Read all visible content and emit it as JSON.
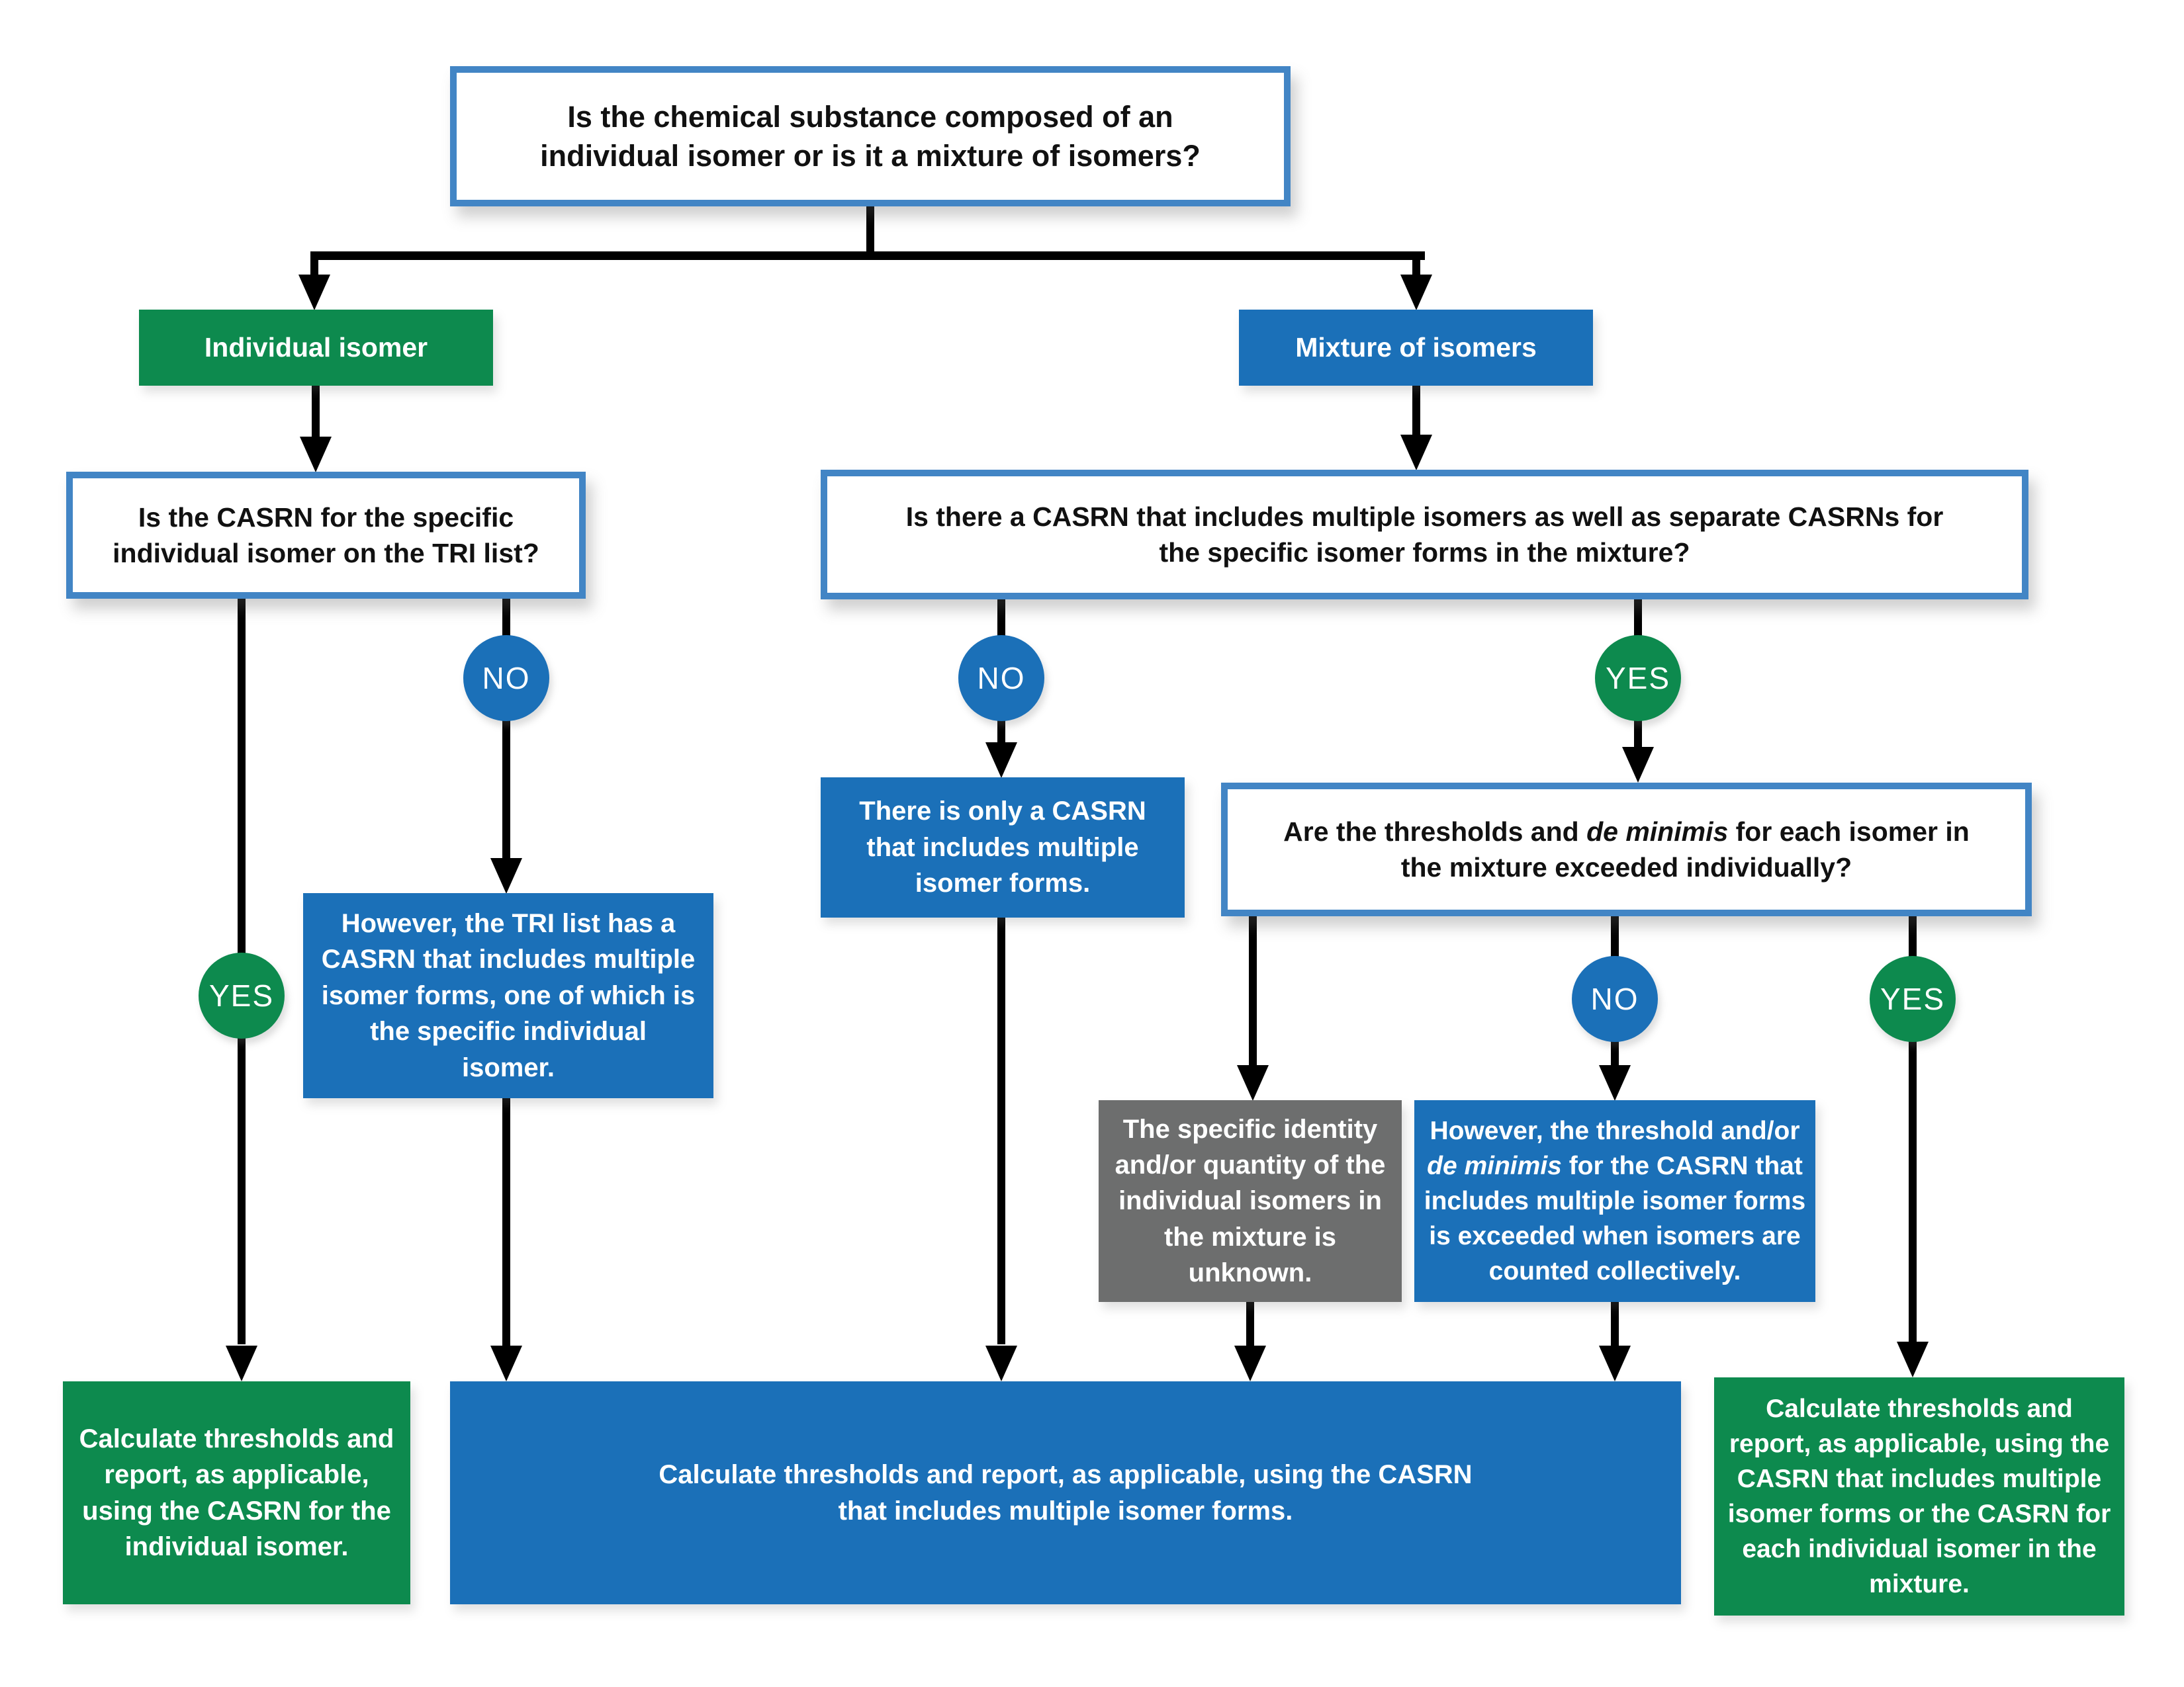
{
  "palette": {
    "green": "#0d8a4e",
    "blue": "#1b70b8",
    "gray": "#6d6e6e",
    "question_border": "#4285c5",
    "connector": "#000000",
    "text_dark": "#111111",
    "text_light": "#ffffff"
  },
  "nodes": {
    "top_question": {
      "text": "Is the chemical substance composed of an individual isomer or is it a mixture of isomers?"
    },
    "individual_branch": {
      "label": "Individual isomer"
    },
    "mixture_branch": {
      "label": "Mixture of isomers"
    },
    "individual_question": {
      "text": "Is the CASRN for the specific individual isomer on the TRI list?"
    },
    "mixture_question": {
      "text": "Is there a CASRN that includes multiple isomers as well as separate CASRNs for the specific isomer forms in the mixture?"
    },
    "however_tri": {
      "text": "However, the TRI list has a CASRN that includes multiple isomer forms, one of which is the specific individual isomer."
    },
    "only_casrn": {
      "text": "There is only a CASRN that includes multiple isomer forms."
    },
    "thresholds_question": {
      "segments": [
        "Are the thresholds and ",
        "de minimis",
        " for each isomer in the mixture exceeded individually?"
      ]
    },
    "unknown_identity": {
      "text": "The specific identity and/or quantity of the individual isomers in the mixture is unknown."
    },
    "however_threshold": {
      "segments": [
        "However, the threshold and/or ",
        "de minimis",
        " for the CASRN that includes multiple isomer forms is exceeded when isomers are counted collectively."
      ]
    },
    "outcome_individual": {
      "text": "Calculate thresholds and report, as applicable, using the CASRN for the individual isomer."
    },
    "outcome_multiple": {
      "text": "Calculate thresholds and report, as applicable, using the CASRN that includes multiple isomer forms."
    },
    "outcome_either": {
      "text": "Calculate thresholds and report, as applicable, using the CASRN that includes multiple isomer forms or the CASRN for each individual isomer in the mixture."
    }
  },
  "decisions": {
    "individual_yes": "YES",
    "individual_no": "NO",
    "mixture_no": "NO",
    "mixture_yes": "YES",
    "thresholds_no": "NO",
    "thresholds_yes": "YES"
  }
}
